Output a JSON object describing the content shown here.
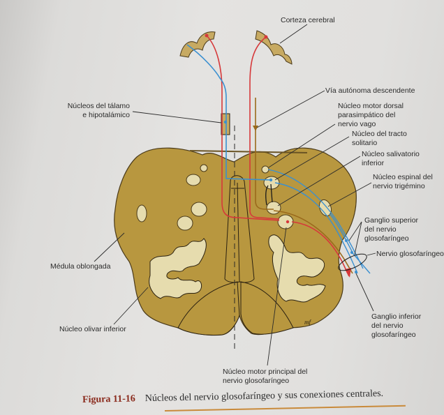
{
  "figure": {
    "number": "Figura 11-16",
    "caption": "Núcleos del nervio glosofaríngeo y sus conexiones centrales.",
    "signature": "mf"
  },
  "labels": {
    "corteza": [
      "Corteza cerebral"
    ],
    "talamo": [
      "Núcleos del tálamo",
      "e hipotalámico"
    ],
    "via_autonoma": [
      "Vía autónoma descendente"
    ],
    "motor_dorsal": [
      "Núcleo motor dorsal",
      "parasimpático del",
      "nervio vago"
    ],
    "tracto_solitario": [
      "Núcleo del tracto",
      "solitario"
    ],
    "salivatorio": [
      "Núcleo salivatorio",
      "inferior"
    ],
    "espinal_trigemino": [
      "Núcleo espinal del",
      "nervio trigémino"
    ],
    "ganglio_superior": [
      "Ganglio superior",
      "del nervio",
      "glosofaríngeo"
    ],
    "nervio_glosofaringeo": [
      "Nervio glosofaríngeo"
    ],
    "medula": [
      "Médula oblongada"
    ],
    "olivar": [
      "Núcleo olivar inferior"
    ],
    "ganglio_inferior": [
      "Ganglio inferior",
      "del nervio",
      "glosofaríngeo"
    ],
    "motor_principal": [
      "Núcleo motor principal del",
      "nervio glosofaríngeo"
    ]
  },
  "colors": {
    "tissue": "#b8973f",
    "tissue_light": "#e6dcae",
    "motor_red": "#d6383a",
    "sensory_blue": "#3a8fd0",
    "autonomic_brown": "#9a6a1c",
    "caption_red": "#8a2a1c",
    "caption_rule": "#c98a3a"
  }
}
